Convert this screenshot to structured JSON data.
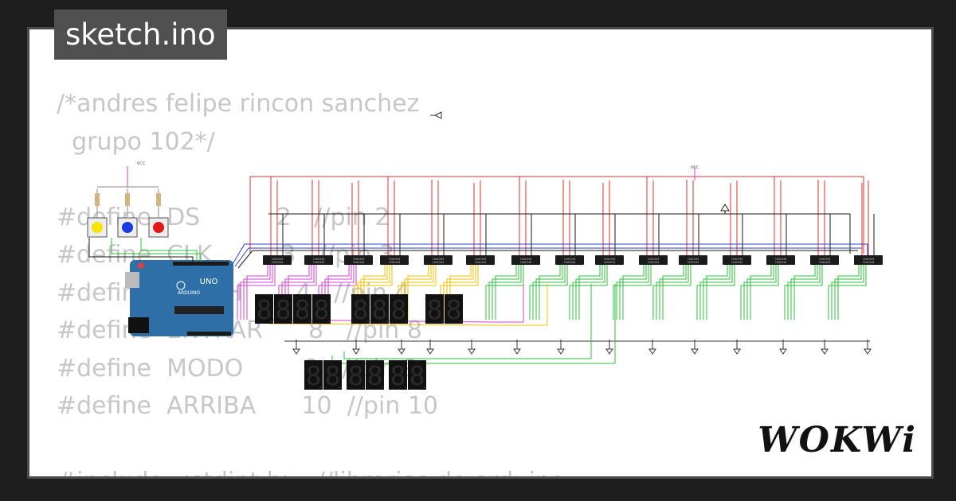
{
  "title": "sketch.ino",
  "brand": "WOKWi",
  "code_lines": [
    "/*andres felipe rincon sanchez",
    "  grupo 102*/",
    "",
    "#define  DS          2   //pin 2",
    "#define  CLK         3   //pin 3",
    "#define  LATCH       4   //pin 4",
    "#define  ENTRAR      8   //pin 8",
    "#define  MODO        9   //pin 9",
    "#define  ARRIBA      10  //pin 10",
    "",
    "#include <stdint.h>  //librerias de arduino"
  ],
  "board_label": "UNO",
  "board_brand": "ARDUINO",
  "vcc_label": "VCC",
  "chip_label": "74HC595",
  "display_digit": "8",
  "colors": {
    "background": "#1e1e1e",
    "card": "#ffffff",
    "badge": "#505050",
    "code_text": "#c7c7c7",
    "wire_red": "#e03030",
    "wire_black": "#1a1a1a",
    "wire_blue": "#2a3fd0",
    "wire_green": "#2fbf3a",
    "wire_yellow": "#f0c000",
    "wire_magenta": "#d040d0",
    "board": "#2f6fa8",
    "button_yellow": "#f5e400",
    "button_blue": "#1b3be0",
    "button_red": "#e01818"
  }
}
